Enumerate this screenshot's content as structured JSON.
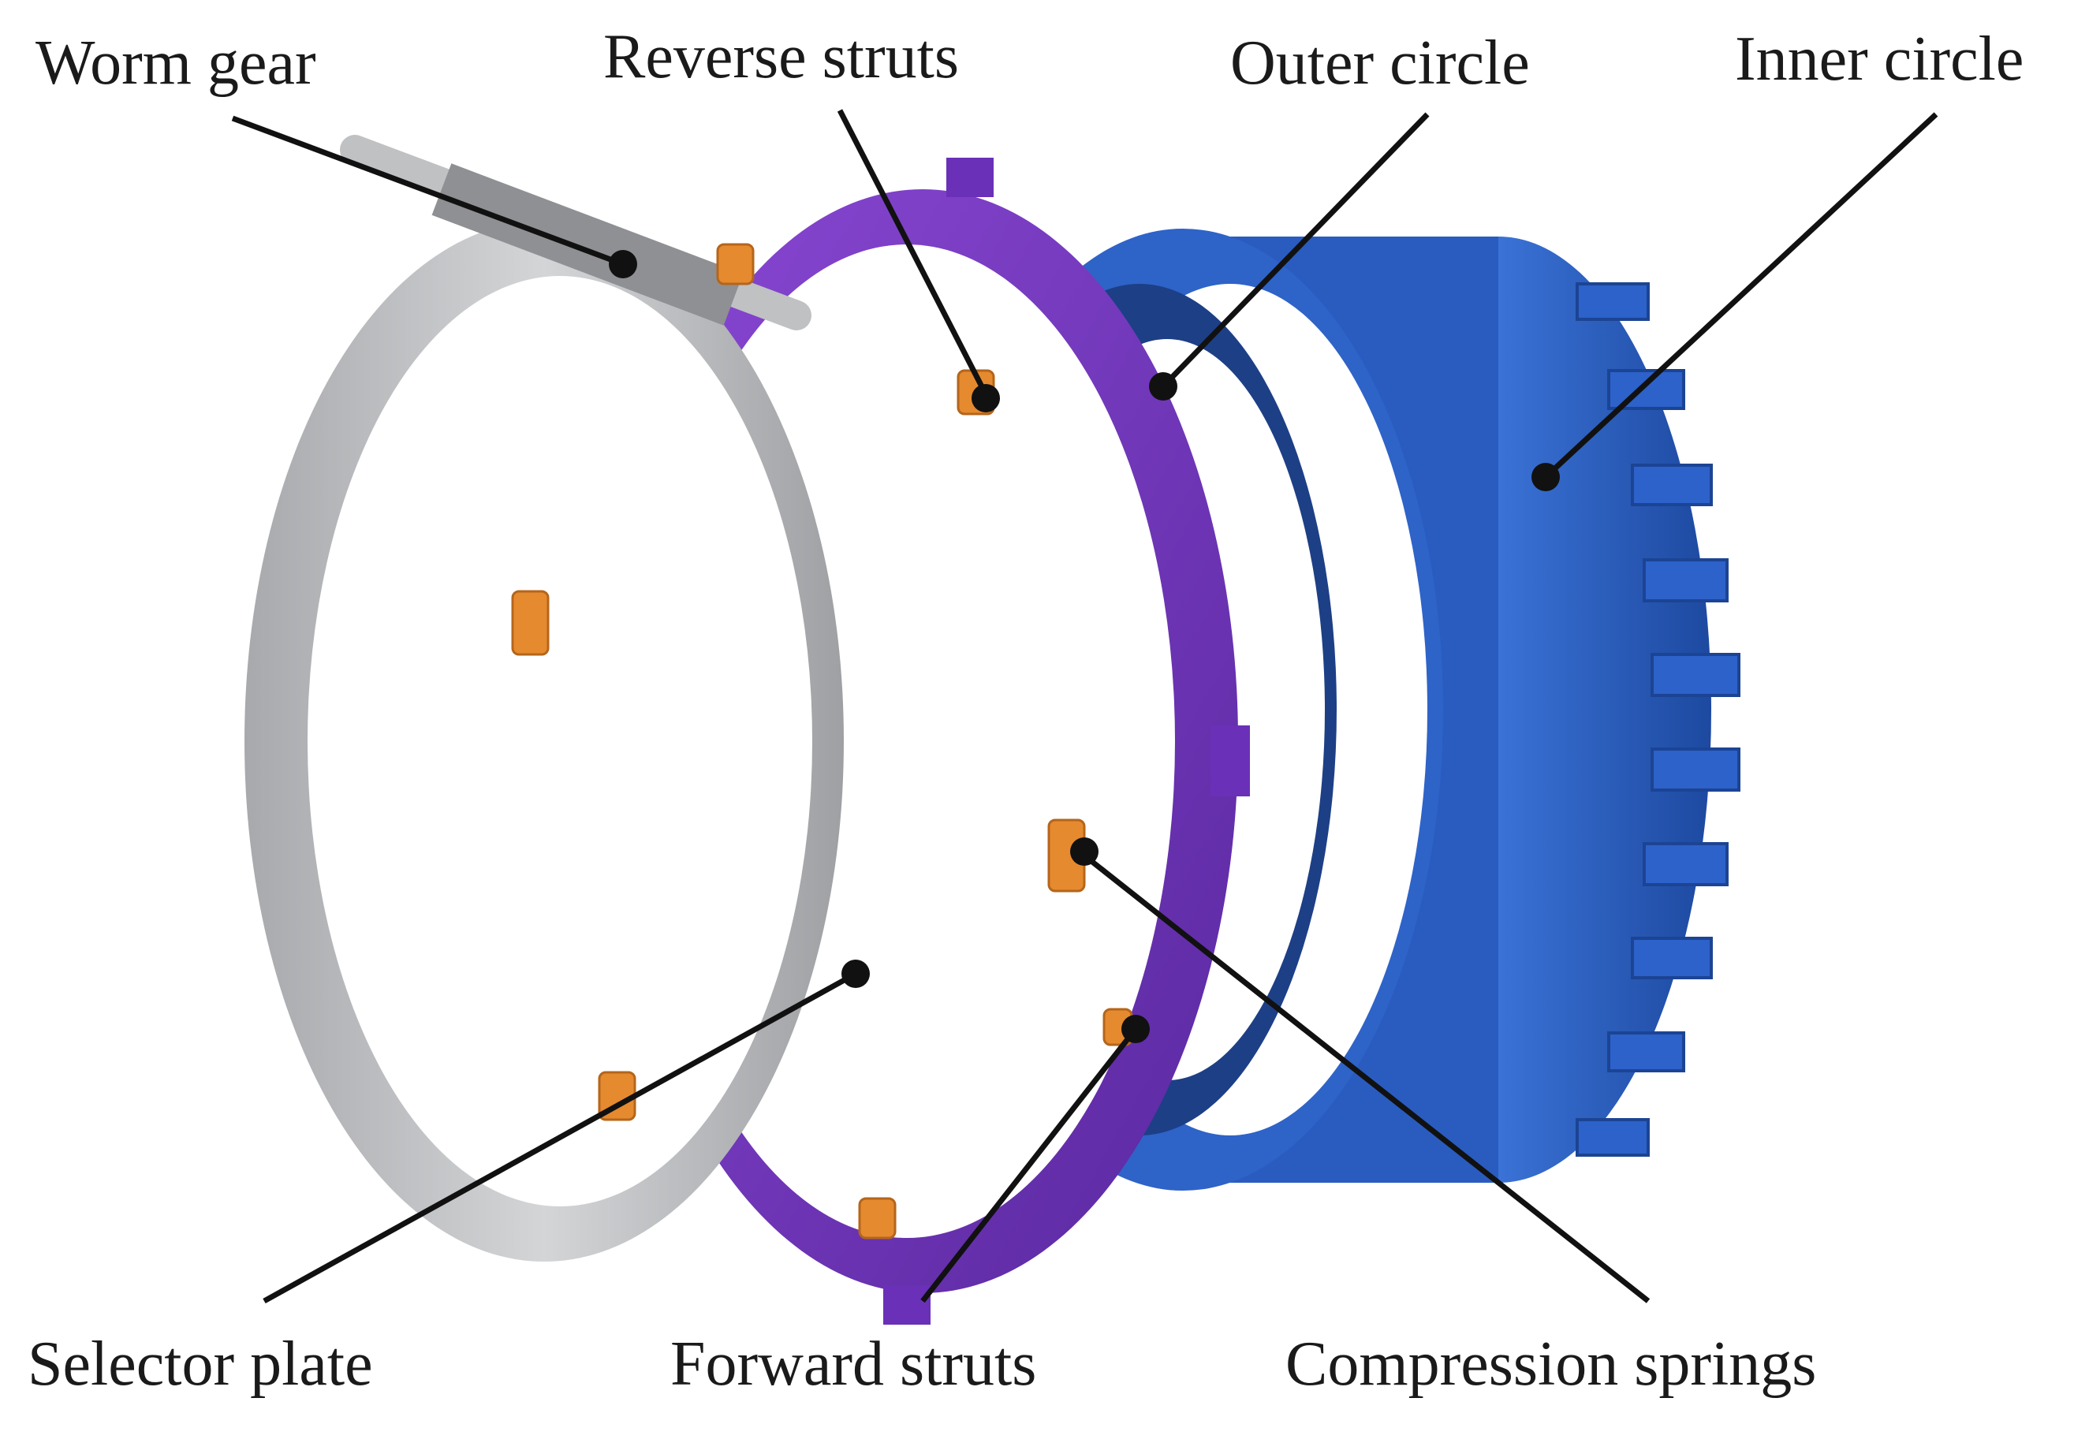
{
  "labels": {
    "worm_gear": "Worm gear",
    "reverse_struts": "Reverse struts",
    "outer_circle": "Outer circle",
    "inner_circle": "Inner circle",
    "selector_plate": "Selector plate",
    "forward_struts": "Forward struts",
    "compression_springs": "Compression springs"
  },
  "colors": {
    "selector_plate": "#b9bbbd",
    "worm_gear": "#9a9c9f",
    "outer_circle": "#7a3cc0",
    "inner_circle": "#2d5fbf",
    "struts": "#e58a2f",
    "leader": "#111111"
  }
}
